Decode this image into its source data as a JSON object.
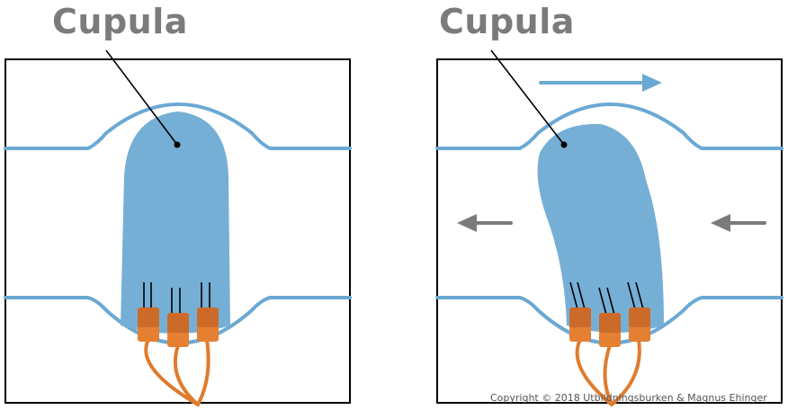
{
  "left_panel": {
    "label": "Cupula"
  },
  "right_panel": {
    "label": "Cupula"
  },
  "copyright": "Copyright © 2018 Utbildningsburken & Magnus Ehinger",
  "colors": {
    "canal": "#6aa9d3",
    "cupula": "#76afd5",
    "hair_cell": "#cc6a2a",
    "hair_cell_light": "#e57f32",
    "nerve": "#e07b2e",
    "flow_arrow": "#7b7b7b",
    "frame": "#000000",
    "label": "#7b7b7b"
  },
  "icons": {
    "flow_left": "arrow-left",
    "cupula_motion": "arrow-right"
  }
}
